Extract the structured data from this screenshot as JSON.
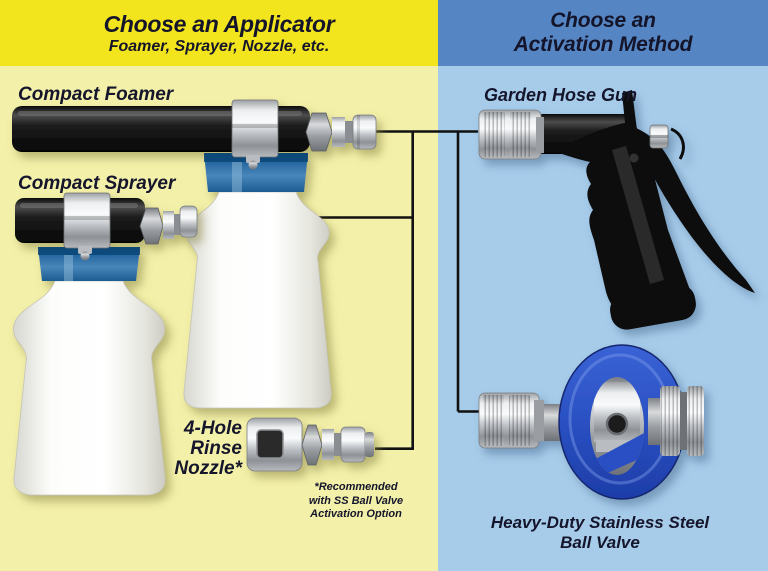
{
  "header_left": {
    "title": "Choose an Applicator",
    "subtitle": "Foamer, Sprayer, Nozzle, etc."
  },
  "header_right": {
    "line1": "Choose an",
    "line2": "Activation Method"
  },
  "labels": {
    "foamer": "Compact Foamer",
    "sprayer": "Compact Sprayer",
    "gun": "Garden Hose Gun",
    "nozzle_line1": "4-Hole",
    "nozzle_line2": "Rinse",
    "nozzle_line3": "Nozzle*",
    "footnote_line1": "*Recommended",
    "footnote_line2": "with SS Ball Valve",
    "footnote_line3": "Activation Option",
    "valve_line1": "Heavy-Duty Stainless Steel",
    "valve_line2": "Ball Valve"
  },
  "images": {
    "foamer": "compact-foamer-product-photo",
    "sprayer": "compact-sprayer-product-photo",
    "nozzle": "4-hole-rinse-nozzle-product-photo",
    "gun": "garden-hose-gun-product-photo",
    "valve": "stainless-steel-ball-valve-product-photo"
  },
  "colors": {
    "header_left_bg": "#F2E51D",
    "panel_left_bg": "#F3F0A9",
    "header_right_bg": "#5586C3",
    "panel_right_bg": "#A7CCEA",
    "text": "#15152C",
    "connector_line": "#111111",
    "bottle_cap_blue": "#2A6BA3",
    "valve_handle_blue": "#2A50C2"
  }
}
